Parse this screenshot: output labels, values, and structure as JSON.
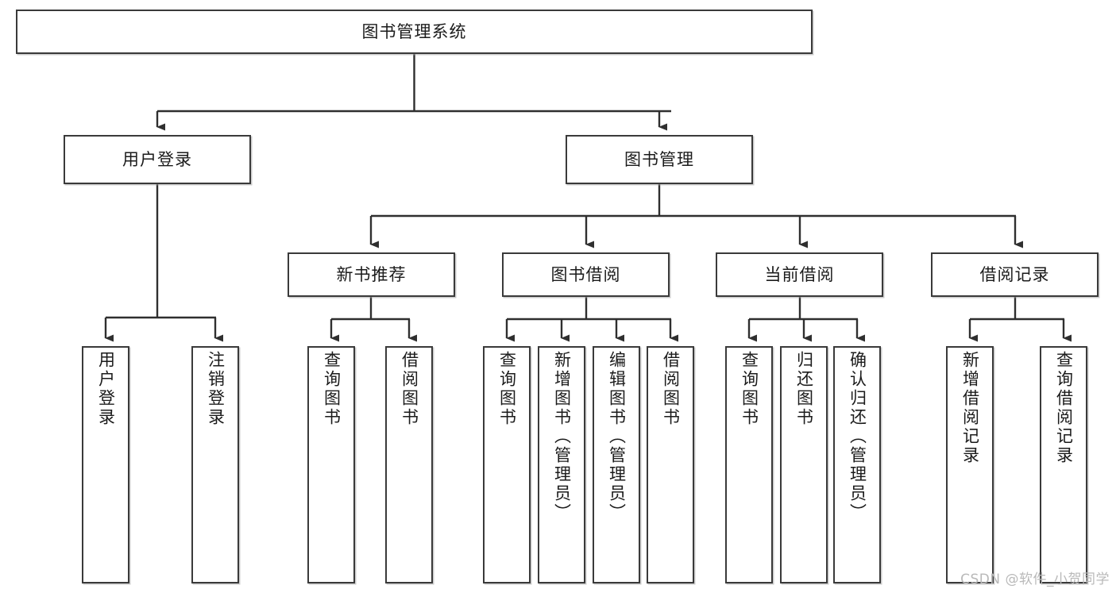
{
  "diagram": {
    "type": "tree",
    "title": "图书管理系统",
    "watermark": "CSDN @软件_小贺同学",
    "root": {
      "label": "图书管理系统"
    },
    "level2": [
      {
        "label": "用户登录"
      },
      {
        "label": "图书管理"
      }
    ],
    "level3": [
      {
        "label": "新书推荐"
      },
      {
        "label": "图书借阅"
      },
      {
        "label": "当前借阅"
      },
      {
        "label": "借阅记录"
      }
    ],
    "leaves": {
      "user_login": [
        {
          "label": "用户登录"
        },
        {
          "label": "注销登录"
        }
      ],
      "new_book": [
        {
          "label": "查询图书"
        },
        {
          "label": "借阅图书"
        }
      ],
      "book_borrow": [
        {
          "label": "查询图书"
        },
        {
          "label": "新增图书（管理员）"
        },
        {
          "label": "编辑图书（管理员）"
        },
        {
          "label": "借阅图书"
        }
      ],
      "current_borrow": [
        {
          "label": "查询图书"
        },
        {
          "label": "归还图书"
        },
        {
          "label": "确认归还（管理员）"
        }
      ],
      "borrow_record": [
        {
          "label": "新增借阅记录"
        },
        {
          "label": "查询借阅记录"
        }
      ]
    },
    "colors": {
      "box_border": "#3a3a3a",
      "box_fill": "#ffffff",
      "connector": "#2f2f2f",
      "text": "#1b1b1b",
      "watermark": "#b9b9b9"
    }
  }
}
